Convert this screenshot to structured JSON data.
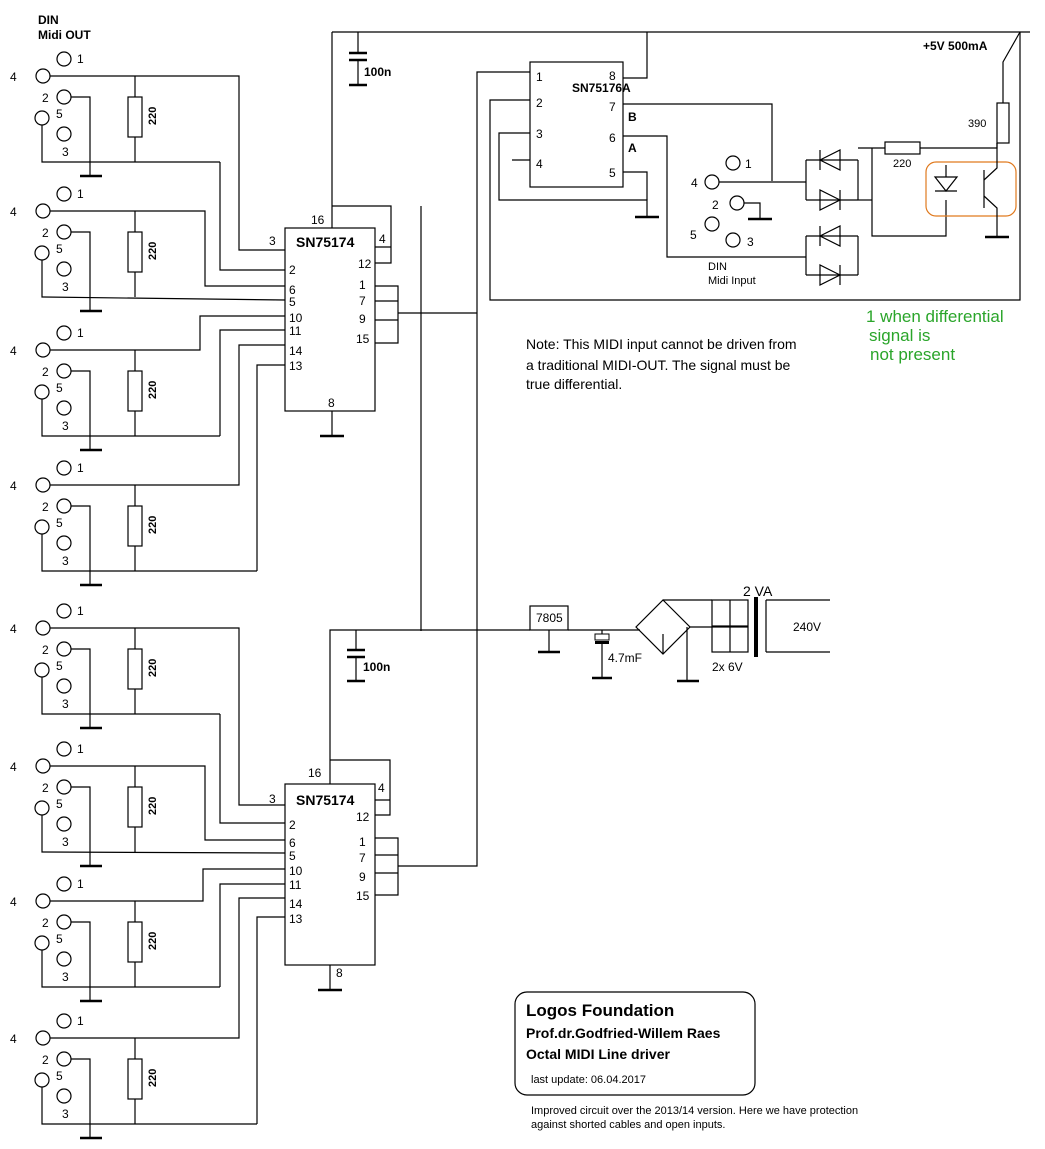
{
  "din_out": {
    "title_line1": "DIN",
    "title_line2": "Midi OUT",
    "pin1": "1",
    "pin2": "2",
    "pin3": "3",
    "pin4": "4",
    "pin5": "5",
    "resistor": "220"
  },
  "chip_upper": {
    "name": "SN75174",
    "pins": [
      "16",
      "3",
      "2",
      "6",
      "5",
      "10",
      "11",
      "14",
      "13",
      "8",
      "4",
      "12",
      "1",
      "7",
      "9",
      "15"
    ]
  },
  "chip_lower": {
    "name": "SN75174",
    "pins": [
      "16",
      "3",
      "2",
      "6",
      "5",
      "10",
      "11",
      "14",
      "13",
      "8",
      "4",
      "12",
      "1",
      "7",
      "9",
      "15"
    ]
  },
  "cap_upper": "100n",
  "cap_lower": "100n",
  "receiver": {
    "name": "SN75176A",
    "pins": [
      "1",
      "2",
      "3",
      "4",
      "8",
      "7",
      "6",
      "5"
    ],
    "label_b": "B",
    "label_a": "A"
  },
  "din_in": {
    "label1": "DIN",
    "label2": "Midi Input",
    "pin1": "1",
    "pin2": "2",
    "pin3": "3",
    "pin4": "4",
    "pin5": "5"
  },
  "power": {
    "supply": "+5V 500mA",
    "r390": "390",
    "r220": "220"
  },
  "psu": {
    "regulator": "7805",
    "cap": "4.7mF",
    "va": "2 VA",
    "mains": "240V",
    "secondary": "2x 6V"
  },
  "annotation": {
    "line1": "1 when differential",
    "line2": "signal is",
    "line3": "not present",
    "color": "#2aa52a",
    "box_color": "#e07a1f"
  },
  "note": {
    "line1": "Note: This MIDI input cannot be driven from",
    "line2": "a traditional MIDI-OUT. The signal must be",
    "line3": "true differential."
  },
  "titleblock": {
    "org": "Logos Foundation",
    "author": "Prof.dr.Godfried-Willem Raes",
    "project": "Octal MIDI Line driver",
    "update": "last update: 06.04.2017"
  },
  "footer": {
    "line1": "Improved circuit over the 2013/14 version. Here we have protection",
    "line2": "against shorted cables and open inputs."
  }
}
